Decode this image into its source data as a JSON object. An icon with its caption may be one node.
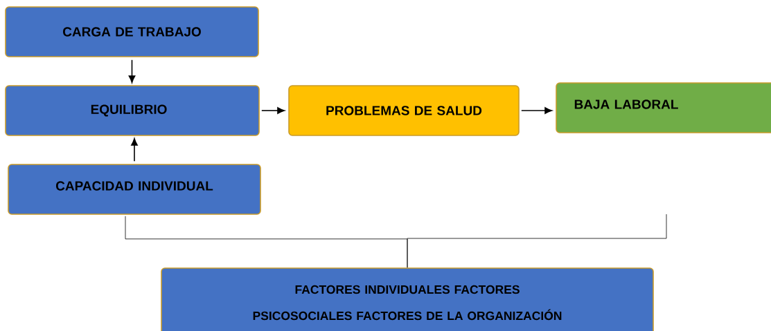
{
  "diagram": {
    "nodes": [
      {
        "text": [
          "CARGA DE TRABAJO"
        ]
      },
      {
        "text": [
          "EQUILIBRIO"
        ]
      },
      {
        "text": [
          "PROBLEMAS DE SALUD"
        ]
      },
      {
        "text": [
          "BAJA LABORAL"
        ]
      },
      {
        "text": [
          "CAPACIDAD INDIVIDUAL"
        ]
      },
      {
        "text": [
          "FACTORES INDIVIDUALES FACTORES PSICOSOCIALES FACTORES DE LA ORGANIZACIÓN"
        ]
      }
    ],
    "edges": [
      {
        "from": 0,
        "to": 1,
        "arrow": "to"
      },
      {
        "from": 4,
        "to": 1,
        "arrow": "to"
      },
      {
        "from": 1,
        "to": 2,
        "arrow": "to"
      },
      {
        "from": 2,
        "to": 3,
        "arrow": "to"
      },
      {
        "from": 5,
        "to": 4,
        "arrow": "none"
      },
      {
        "from": 5,
        "to": null,
        "arrow": "none"
      }
    ]
  }
}
